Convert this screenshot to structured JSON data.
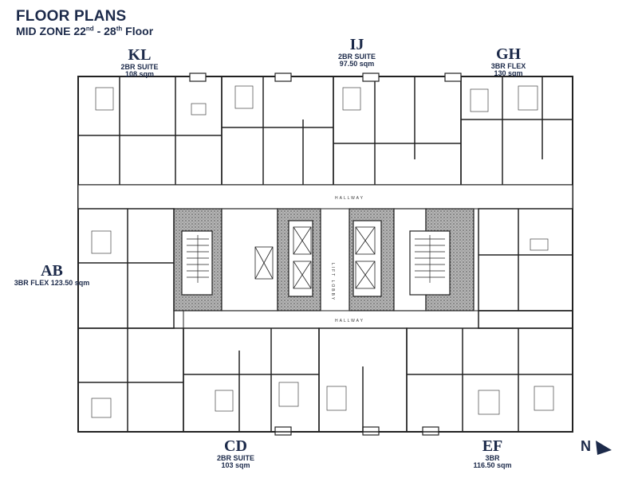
{
  "header": {
    "title": "FLOOR PLANS",
    "subtitle_prefix": "MID ZONE 22",
    "subtitle_sup1": "nd",
    "subtitle_mid": " - 28",
    "subtitle_sup2": "th",
    "subtitle_suffix": " Floor"
  },
  "units": {
    "kl": {
      "code": "KL",
      "type": "2BR SUITE",
      "area": "108 sqm"
    },
    "ij": {
      "code": "IJ",
      "type": "2BR SUITE",
      "area": "97.50 sqm"
    },
    "gh": {
      "code": "GH",
      "type": "3BR FLEX",
      "area": "130 sqm"
    },
    "ab": {
      "code": "AB",
      "type": "3BR FLEX 123.50 sqm"
    },
    "cd": {
      "code": "CD",
      "type": "2BR SUITE",
      "area": "103 sqm"
    },
    "ef": {
      "code": "EF",
      "type": "3BR",
      "area": "116.50 sqm"
    }
  },
  "plan": {
    "hallway_top": "HALLWAY",
    "hallway_bottom": "HALLWAY",
    "lift_lobby": "LIFT LOBBY",
    "wall_color": "#222222",
    "core_color": "#8a8a8a"
  },
  "compass": {
    "label": "N",
    "color": "#1c2a4a"
  }
}
